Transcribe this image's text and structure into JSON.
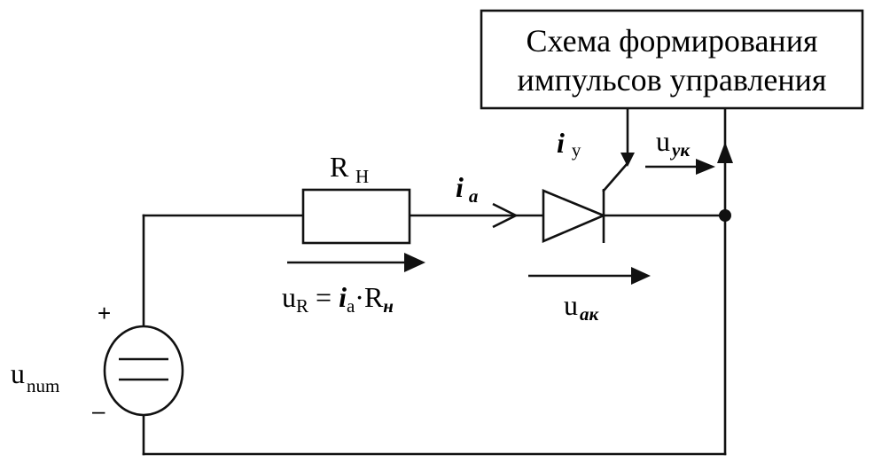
{
  "control_block": {
    "line1": "Схема формирования",
    "line2": "импульсов управления"
  },
  "resistor": {
    "label": "R",
    "label_sub": "H"
  },
  "currents": {
    "anode": {
      "symbol": "i",
      "sub": "a"
    },
    "control": {
      "symbol": "i",
      "sub": "у"
    }
  },
  "voltages": {
    "control": {
      "symbol": "u",
      "sub": "ук"
    },
    "anode_cathode": {
      "symbol": "u",
      "sub": "ак"
    },
    "resistor": {
      "symbol": "u",
      "sub": "R",
      "equals": " = ",
      "i_symbol": "i",
      "i_sub": "a",
      "dot": "·",
      "r_symbol": "R",
      "r_sub": "н"
    }
  },
  "source": {
    "label": "u",
    "label_sub": "num",
    "plus": "+",
    "minus": "–"
  }
}
